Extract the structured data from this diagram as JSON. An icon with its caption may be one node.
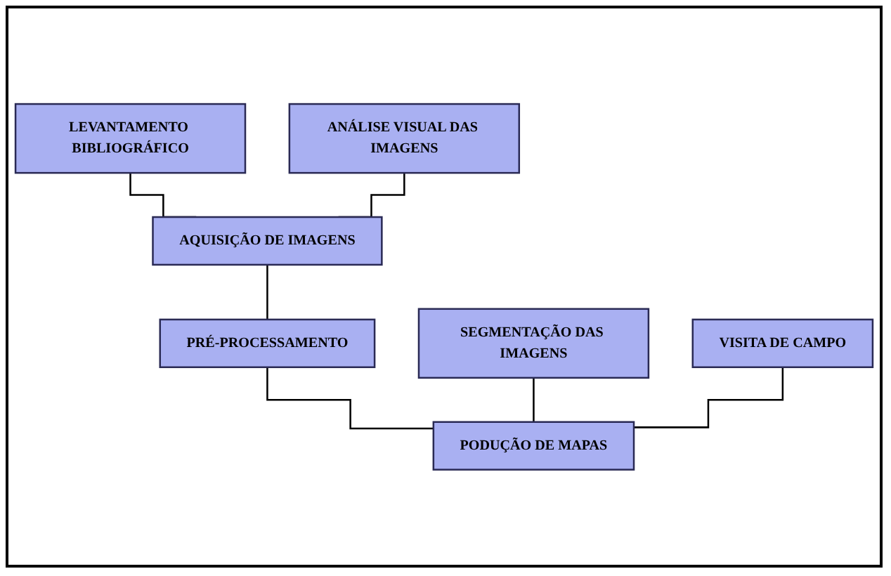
{
  "diagram": {
    "nodes": [
      {
        "text": [
          "LEVANTAMENTO BIBLIOGRÁFICO"
        ]
      },
      {
        "text": [
          "ANÁLISE VISUAL DAS IMAGENS"
        ]
      },
      {
        "text": [
          "AQUISIÇÃO DE IMAGENS"
        ]
      },
      {
        "text": [
          "PRÉ-PROCESSAMENTO"
        ]
      },
      {
        "text": [
          "SEGMENTAÇÃO DAS IMAGENS"
        ]
      },
      {
        "text": [
          "VISITA DE CAMPO"
        ]
      },
      {
        "text": [
          "PODUÇÃO DE MAPAS"
        ]
      }
    ],
    "edges": [
      {
        "from": 0,
        "to": 2,
        "arrow": "none"
      },
      {
        "from": 1,
        "to": 2,
        "arrow": "none"
      },
      {
        "from": 2,
        "to": 3,
        "arrow": "none"
      },
      {
        "from": 3,
        "to": 6,
        "arrow": "none"
      },
      {
        "from": 4,
        "to": 6,
        "arrow": "none"
      },
      {
        "from": 5,
        "to": 6,
        "arrow": "none"
      }
    ]
  }
}
